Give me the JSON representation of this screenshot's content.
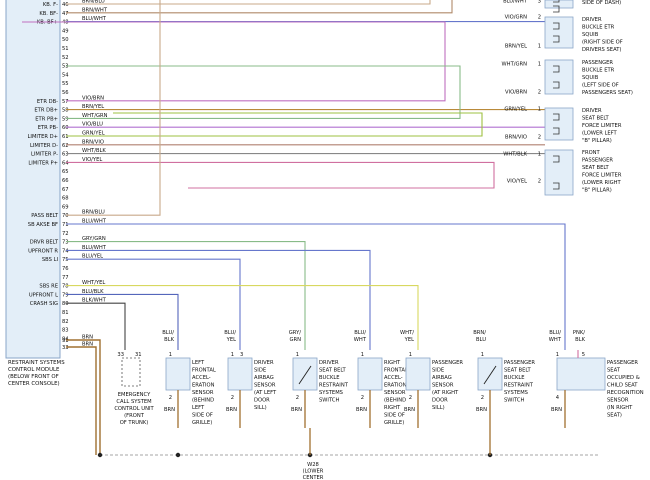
{
  "module": {
    "label": [
      "RESTRAINT SYSTEMS",
      "CONTROL MODULE",
      "(BELOW FRONT OF",
      "CENTER CONSOLE)"
    ],
    "signals": [
      {
        "pin": "46",
        "name": "KB. F-"
      },
      {
        "pin": "47",
        "name": "KB. BF-"
      },
      {
        "pin": "48",
        "name": "KB. BF+"
      },
      {
        "pin": "57",
        "name": "ETR DB-"
      },
      {
        "pin": "58",
        "name": "ETR DB+"
      },
      {
        "pin": "59",
        "name": "ETR PB+"
      },
      {
        "pin": "60",
        "name": "ETR PB-"
      },
      {
        "pin": "61",
        "name": "LIMITER D+"
      },
      {
        "pin": "62",
        "name": "LIMITER D-"
      },
      {
        "pin": "63",
        "name": "LIMITER P-"
      },
      {
        "pin": "64",
        "name": "LIMITER P+"
      },
      {
        "pin": "70",
        "name": "PASS BELT"
      },
      {
        "pin": "71",
        "name": "SB AKSE BF"
      },
      {
        "pin": "73",
        "name": "DRVR BELT"
      },
      {
        "pin": "74",
        "name": "UPFRONT R"
      },
      {
        "pin": "75",
        "name": "SBS LI"
      },
      {
        "pin": "78",
        "name": "SBS RE"
      },
      {
        "pin": "79",
        "name": "UPFRONT L"
      },
      {
        "pin": "80",
        "name": "CRASH SIG"
      },
      {
        "pin": "31",
        "name": ""
      },
      {
        "pin": "33",
        "name": ""
      }
    ],
    "pins": [
      "46",
      "47",
      "48",
      "49",
      "50",
      "51",
      "52",
      "53",
      "54",
      "55",
      "56",
      "57",
      "58",
      "59",
      "60",
      "61",
      "62",
      "63",
      "64",
      "65",
      "66",
      "67",
      "68",
      "69",
      "70",
      "71",
      "72",
      "73",
      "74",
      "75",
      "76",
      "77",
      "78",
      "79",
      "80",
      "81",
      "82",
      "83",
      "84",
      "31",
      "33"
    ]
  },
  "wires": [
    {
      "pin": "46",
      "label": "BRN/BLU",
      "color": "#c8a98a"
    },
    {
      "pin": "47",
      "label": "BRN/WHT",
      "color": "#b08a6a"
    },
    {
      "pin": "48",
      "label": "BLU/WHT",
      "color": "#6677cc"
    },
    {
      "pin": "57",
      "label": "VIO/BRN",
      "color": "#c070c0"
    },
    {
      "pin": "58",
      "label": "BRN/YEL",
      "color": "#b98a3a"
    },
    {
      "pin": "59",
      "label": "WHT/GRN",
      "color": "#88bb88"
    },
    {
      "pin": "60",
      "label": "VIO/BLU",
      "color": "#b070d0"
    },
    {
      "pin": "61",
      "label": "GRN/YEL",
      "color": "#9ec040"
    },
    {
      "pin": "62",
      "label": "BRN/VIO",
      "color": "#b08070"
    },
    {
      "pin": "63",
      "label": "WHT/BLK",
      "color": "#888888"
    },
    {
      "pin": "64",
      "label": "VIO/YEL",
      "color": "#d070a0"
    },
    {
      "pin": "70",
      "label": "BRN/BLU",
      "color": "#c8a98a"
    },
    {
      "pin": "71",
      "label": "BLU/WHT",
      "color": "#6677cc"
    },
    {
      "pin": "73",
      "label": "GRY/GRN",
      "color": "#88bb88"
    },
    {
      "pin": "74",
      "label": "BLU/WHT",
      "color": "#6677cc"
    },
    {
      "pin": "75",
      "label": "BLU/YEL",
      "color": "#6677cc"
    },
    {
      "pin": "78",
      "label": "WHT/YEL",
      "color": "#d8d860"
    },
    {
      "pin": "79",
      "label": "BLU/BLK",
      "color": "#5566bb"
    },
    {
      "pin": "80",
      "label": "BLK/WHT",
      "color": "#444444"
    },
    {
      "pin": "31",
      "label": "BRN",
      "color": "#a07030"
    },
    {
      "pin": "33",
      "label": "BRN",
      "color": "#a07030"
    }
  ],
  "right_wire_labels": [
    {
      "text": "BLU/WHT",
      "pin": "3"
    },
    {
      "text": "VIO/GRN",
      "pin": "2"
    },
    {
      "text": "BRN/YEL",
      "pin": "1"
    },
    {
      "text": "WHT/GRN",
      "pin": "1"
    },
    {
      "text": "VIO/BRN",
      "pin": "2"
    },
    {
      "text": "GRN/YEL",
      "pin": "1"
    },
    {
      "text": "BRN/VIO",
      "pin": "2"
    },
    {
      "text": "WHT/BLK",
      "pin": "1"
    },
    {
      "text": "VIO/YEL",
      "pin": "2"
    }
  ],
  "right_components": [
    {
      "name": [
        "SIDE OF DASH)"
      ]
    },
    {
      "name": [
        "DRIVER",
        "BUCKLE ETR",
        "SQUIB",
        "(RIGHT SIDE OF",
        "DRIVERS SEAT)"
      ]
    },
    {
      "name": [
        "PASSENGER",
        "BUCKLE ETR",
        "SQUIB",
        "(LEFT SIDE OF",
        "PASSENGERS SEAT)"
      ]
    },
    {
      "name": [
        "DRIVER",
        "SEAT BELT",
        "FORCE LIMITER",
        "(LOWER LEFT",
        "\"B\" PILLAR)"
      ]
    },
    {
      "name": [
        "FRONT",
        "PASSENGER",
        "SEAT BELT",
        "FORCE LIMITER",
        "(LOWER RIGHT",
        "\"B\" PILLAR)"
      ]
    }
  ],
  "bottom_components": [
    {
      "top": [
        "BLU/",
        "BLK"
      ],
      "pin_top": "1",
      "pin_bot": "2",
      "bot": "BRN",
      "name": [
        "LEFT",
        "FRONTAL",
        "ACCEL-",
        "ERATION",
        "SENSOR",
        "(BEHIND",
        "LEFT",
        "SIDE OF",
        "GRILLE)"
      ]
    },
    {
      "top": [
        "BLU/",
        "YEL"
      ],
      "pin_top": "1",
      "pin_bot": "2",
      "bot": "BRN",
      "name": [
        "DRIVER",
        "SIDE",
        "AIRBAG",
        "SENSOR",
        "(AT LEFT",
        "DOOR",
        "SILL)"
      ]
    },
    {
      "top": [
        "GRY/",
        "GRN"
      ],
      "pin_top": "1",
      "pin_bot": "2",
      "bot": "BRN",
      "name": [
        "DRIVER",
        "SEAT BELT",
        "BUCKLE",
        "RESTRAINT",
        "SYSTEMS",
        "SWITCH"
      ]
    },
    {
      "top": [
        "BLU/",
        "WHT"
      ],
      "pin_top": "1",
      "pin_bot": "2",
      "bot": "BRN",
      "name": [
        "RIGHT",
        "FRONTAL",
        "ACCEL-",
        "ERATION",
        "SENSOR",
        "(BEHIND",
        "RIGHT",
        "SIDE OF",
        "GRILLE)"
      ]
    },
    {
      "top": [
        "WHT/",
        "YEL"
      ],
      "pin_top": "1",
      "pin_bot": "2",
      "bot": "BRN",
      "name": [
        "PASSENGER",
        "SIDE",
        "AIRBAG",
        "SENSOR",
        "(AT RIGHT",
        "DOOR",
        "SILL)"
      ]
    },
    {
      "top": [
        "BRN/",
        "BLU"
      ],
      "pin_top": "1",
      "pin_bot": "2",
      "bot": "BRN",
      "name": [
        "PASSENGER",
        "SEAT BELT",
        "BUCKLE",
        "RESTRAINT",
        "SYSTEMS",
        "SWITCH"
      ]
    },
    {
      "top": [
        "BLU/",
        "WHT"
      ],
      "pin_top": "1",
      "pin_bot": "4",
      "bot": "BRN",
      "name": [
        "PASSENGER",
        "SEAT",
        "OCCUPIED &",
        "CHILD SEAT",
        "RECOGNITION",
        "SENSOR",
        "(IN RIGHT",
        "SEAT)"
      ]
    }
  ],
  "extra_pins": {
    "c3": "3",
    "pnk_top": [
      "PNK/",
      "BLK"
    ],
    "pnk_pin": "5"
  },
  "ecall": {
    "pin1": "33",
    "pin2": "31",
    "name": [
      "EMERGENCY",
      "CALL SYSTEM",
      "CONTROL UNIT",
      "(FRONT",
      "OF TRUNK)"
    ]
  },
  "ground": {
    "name": [
      "W28",
      "(LOWER",
      "CENTER"
    ]
  }
}
